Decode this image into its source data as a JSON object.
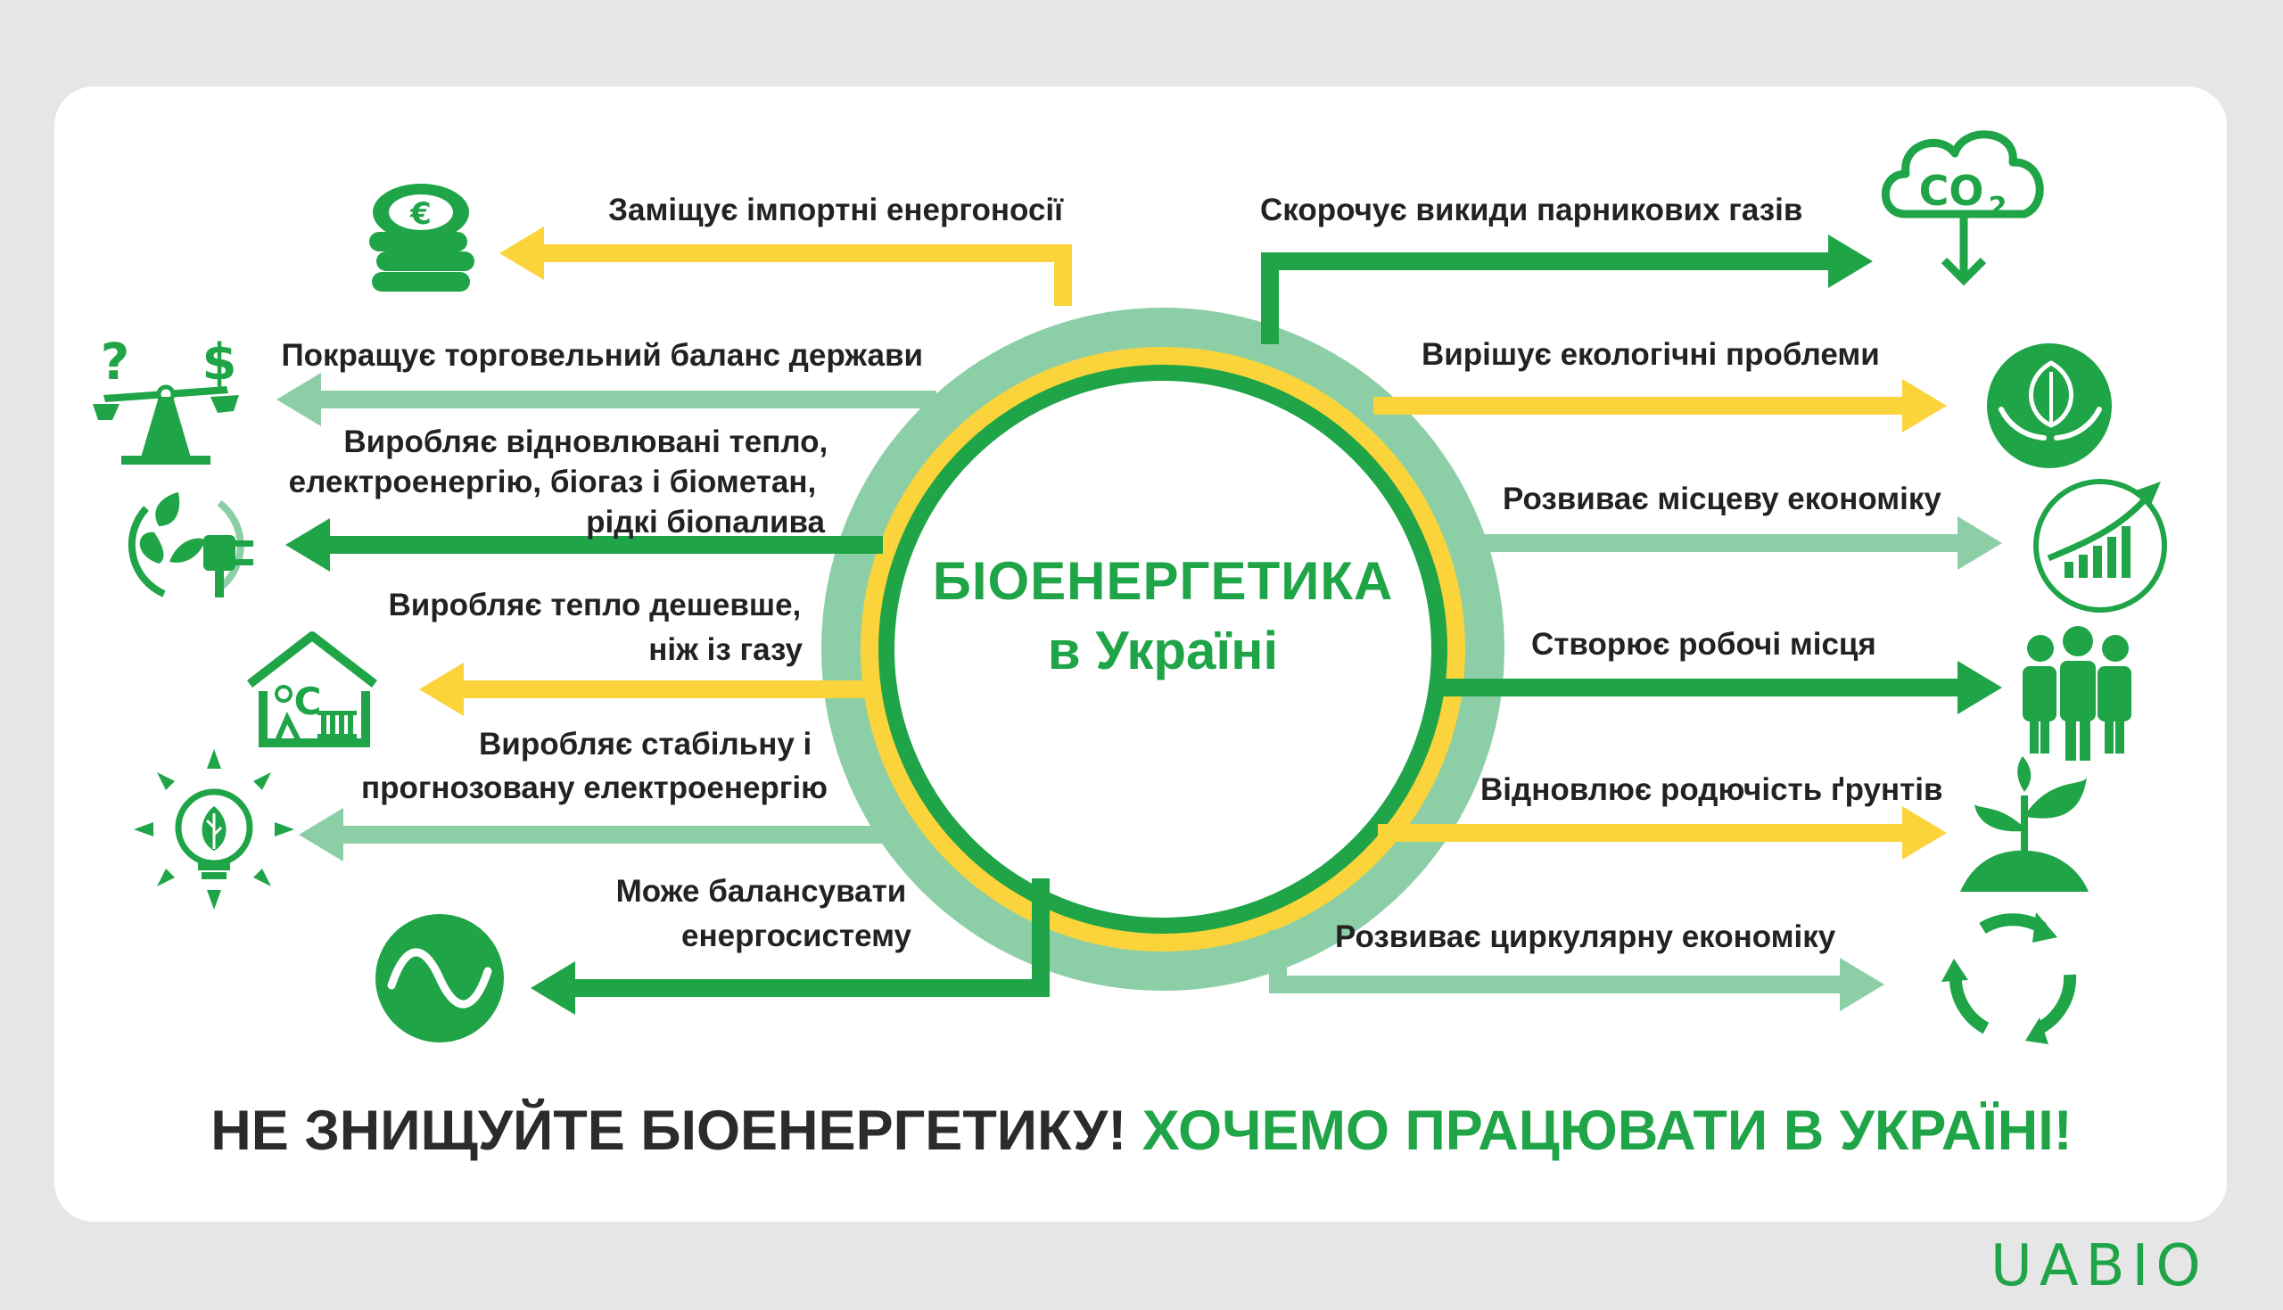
{
  "colors": {
    "green": "#1fa447",
    "yellow": "#fad43a",
    "light_green": "#8ccfa6",
    "dark_text": "#2b2b2b"
  },
  "center": {
    "title": "БІОЕНЕРГЕТИКА",
    "subtitle": "в Україні"
  },
  "left_items": [
    {
      "lines": [
        "Заміщує імпортні енергоносії"
      ],
      "color": "yellow",
      "icon": "coins-euro-icon"
    },
    {
      "lines": [
        "Покращує торговельний баланс держави"
      ],
      "color": "light_green",
      "icon": "trade-balance-scale-icon"
    },
    {
      "lines": [
        "Виробляє відновлювані тепло,",
        "електроенергію, біогаз і біометан,",
        "рідкі біопалива"
      ],
      "color": "green",
      "icon": "renewable-plug-leaf-icon"
    },
    {
      "lines": [
        "Виробляє тепло дешевше,",
        "ніж із газу"
      ],
      "color": "yellow",
      "icon": "house-heating-icon"
    },
    {
      "lines": [
        "Виробляє стабільну і",
        "прогнозовану електроенергію"
      ],
      "color": "light_green",
      "icon": "eco-lightbulb-icon"
    },
    {
      "lines": [
        "Може балансувати",
        "енергосистему"
      ],
      "color": "green",
      "icon": "sine-wave-icon"
    }
  ],
  "right_items": [
    {
      "lines": [
        "Скорочує викиди парникових газів"
      ],
      "color": "green",
      "icon": "co2-cloud-icon",
      "icon_text": "CO",
      "icon_sub": "2"
    },
    {
      "lines": [
        "Вирішує екологічні проблеми"
      ],
      "color": "yellow",
      "icon": "hands-leaf-icon"
    },
    {
      "lines": [
        "Розвиває місцеву економіку"
      ],
      "color": "light_green",
      "icon": "growth-chart-icon"
    },
    {
      "lines": [
        "Створює робочі місця"
      ],
      "color": "green",
      "icon": "people-group-icon"
    },
    {
      "lines": [
        "Відновлює родючість ґрунтів"
      ],
      "color": "yellow",
      "icon": "sprout-soil-icon"
    },
    {
      "lines": [
        "Розвиває циркулярну економіку"
      ],
      "color": "light_green",
      "icon": "circular-arrows-icon"
    }
  ],
  "slogan": {
    "part1": "НЕ ЗНИЩУЙТЕ БІОЕНЕРГЕТИКУ!",
    "part2": "ХОЧЕМО ПРАЦЮВАТИ В УКРАЇНІ!"
  },
  "logo": "UABIO"
}
